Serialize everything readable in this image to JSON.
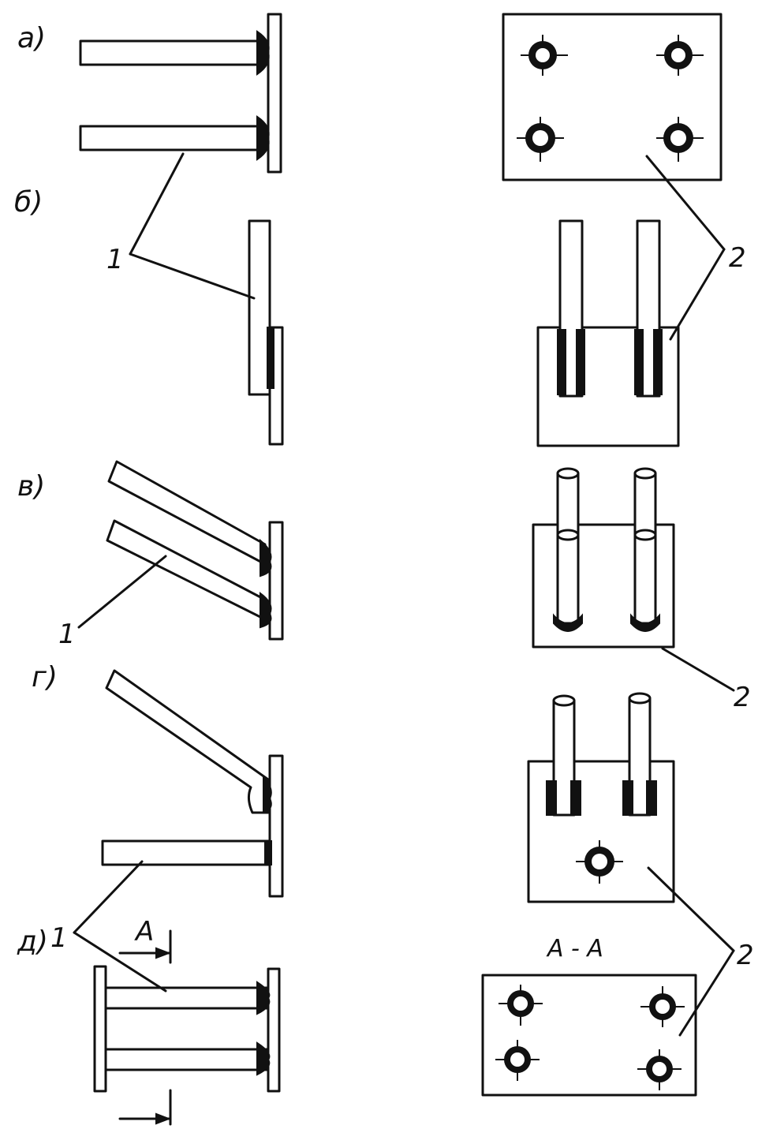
{
  "figure": {
    "variant_labels": [
      "а)",
      "б)",
      "в)",
      "г)",
      "д)"
    ],
    "leader_labels": {
      "anchor_bar": "1",
      "plate": "2"
    },
    "section_mark": "А",
    "section_view_label": "А - А"
  }
}
